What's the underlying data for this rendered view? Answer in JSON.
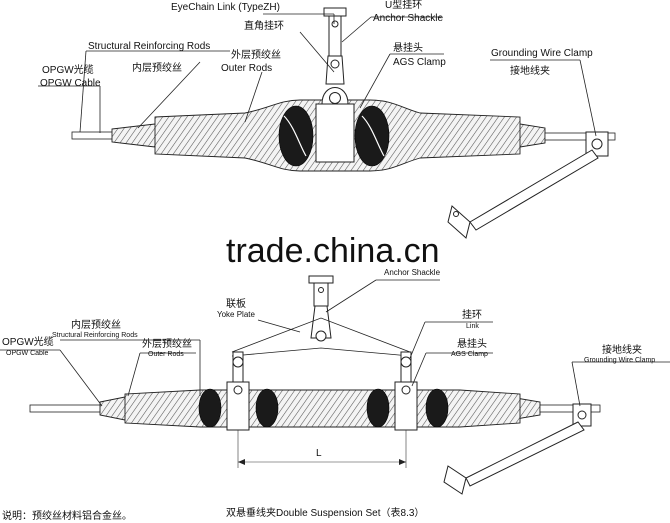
{
  "top_drawing": {
    "eye_chain_link": "EyeChain Link (TypeZH)",
    "anchor_shackle_cn": "U型挂环",
    "anchor_shackle_en": "Anchor Shackle",
    "right_angle_link_cn": "直角挂环",
    "structural_rods_en": "Structural Reinforcing Rods",
    "structural_rods_cn": "内层预绞丝",
    "outer_rods_cn": "外层预绞丝",
    "outer_rods_en": "Outer Rods",
    "ags_clamp_cn": "悬挂头",
    "ags_clamp_en": "AGS Clamp",
    "opgw_cn": "OPGW光缆",
    "opgw_en": "OPGW Cable",
    "grounding_en": "Grounding Wire Clamp",
    "grounding_cn": "接地线夹"
  },
  "bottom_drawing": {
    "anchor_shackle_en": "Anchor Shackle",
    "yoke_plate_cn": "联板",
    "yoke_plate_en": "Yoke Plate",
    "structural_rods_cn": "内层预绞丝",
    "structural_rods_en": "Structural Reinforcing Rods",
    "opgw_cn": "OPGW光缆",
    "opgw_en": "OPGW Cable",
    "outer_rods_cn": "外层预绞丝",
    "outer_rods_en": "Outer Rods",
    "link_cn": "挂环",
    "link_en": "Link",
    "ags_clamp_cn": "悬挂头",
    "ags_clamp_en": "AGS Clamp",
    "grounding_cn": "接地线夹",
    "grounding_en": "Grounding Wire Clamp",
    "dimension_label": "L"
  },
  "watermark": "trade.china.cn",
  "footer": {
    "note": "说明：预绞丝材料铝合金丝。",
    "caption": "双悬垂线夹Double Suspension Set（表8.3）"
  }
}
